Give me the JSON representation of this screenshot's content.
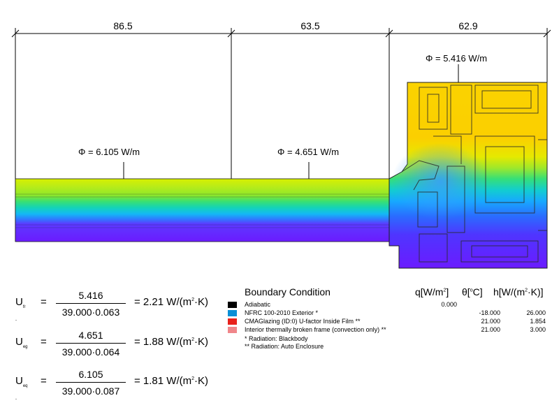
{
  "dimensions": [
    "86.5",
    "63.5",
    "62.9"
  ],
  "heat_flux_labels": [
    "Φ = 6.105 W/m",
    "Φ = 4.651 W/m",
    "Φ = 5.416 W/m"
  ],
  "equations": [
    {
      "symbol": "U",
      "subscript": "fr -",
      "equals": "=",
      "numerator": "5.416",
      "denominator": "39.000·0.063",
      "result": "= 2.21 W/(m",
      "result_exp": "2",
      "result_tail": "·K)"
    },
    {
      "symbol": "U",
      "subscript": "eg",
      "equals": "=",
      "numerator": "4.651",
      "denominator": "39.000·0.064",
      "result": "= 1.88 W/(m",
      "result_exp": "2",
      "result_tail": "·K)"
    },
    {
      "symbol": "U",
      "subscript": "eq -",
      "equals": "=",
      "numerator": "6.105",
      "denominator": "39.000·0.087",
      "result": "= 1.81 W/(m",
      "result_exp": "2",
      "result_tail": "·K)"
    }
  ],
  "legend": {
    "title": "Boundary Condition",
    "col_q": "q[W/m",
    "col_q_exp": "2",
    "col_q_tail": "]",
    "col_theta": "θ[",
    "col_theta_exp": "o",
    "col_theta_tail": "C]",
    "col_h": "h[W/(m",
    "col_h_exp": "2",
    "col_h_tail": "·K)]",
    "rows": [
      {
        "name": "Adiabatic",
        "color": "#000000",
        "q": "0.000",
        "theta": "",
        "h": ""
      },
      {
        "name": "NFRC 100-2010 Exterior *",
        "color": "#0a8fd6",
        "q": "",
        "theta": "-18.000",
        "h": "26.000"
      },
      {
        "name": "CMAGlazing (ID:0) U-factor Inside Film **",
        "color": "#e8211b",
        "q": "",
        "theta": "21.000",
        "h": "1.854"
      },
      {
        "name": "Interior thermally broken frame (convection only) **",
        "color": "#f0868a",
        "q": "",
        "theta": "21.000",
        "h": "3.000"
      }
    ],
    "notes": [
      "* Radiation: Blackbody",
      "** Radiation: Auto Enclosure"
    ]
  },
  "colors": {
    "warm": "#fbd300",
    "mid": "#8fe82a",
    "cool": "#14c8ff",
    "cold": "#6b1bff"
  }
}
